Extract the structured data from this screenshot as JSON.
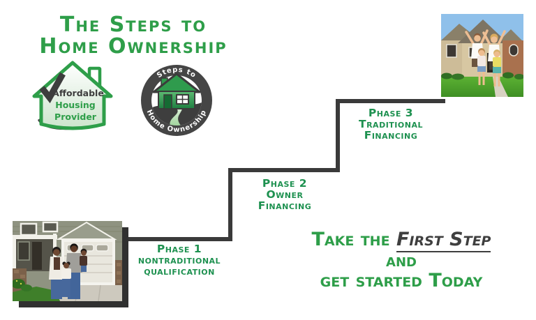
{
  "title": {
    "line1": "The Steps to",
    "line2": "Home Ownership"
  },
  "ahp_logo": {
    "line1": "Affordable",
    "line2": "Housing",
    "line3": "Provider"
  },
  "badge": {
    "arc_top": "Steps to",
    "arc_bottom": "Home Ownership"
  },
  "phases": [
    {
      "title": "Phase 1",
      "line2": "nontraditional",
      "line3": "qualification"
    },
    {
      "title": "Phase 2",
      "line2": "Owner",
      "line3": "Financing"
    },
    {
      "title": "Phase 3",
      "line2": "Traditional",
      "line3": "Financing"
    }
  ],
  "cta": {
    "lead": "Take the",
    "emphasis": "First Step",
    "conjunction": "and",
    "closing": "get started Today"
  },
  "colors": {
    "green": "#2E9E49",
    "phase-green": "#1E9150",
    "stair-gray": "#3A3A3A",
    "text-gray": "#3F3F3F",
    "ring-gray": "#454545",
    "shadow-gray": "#303030"
  }
}
